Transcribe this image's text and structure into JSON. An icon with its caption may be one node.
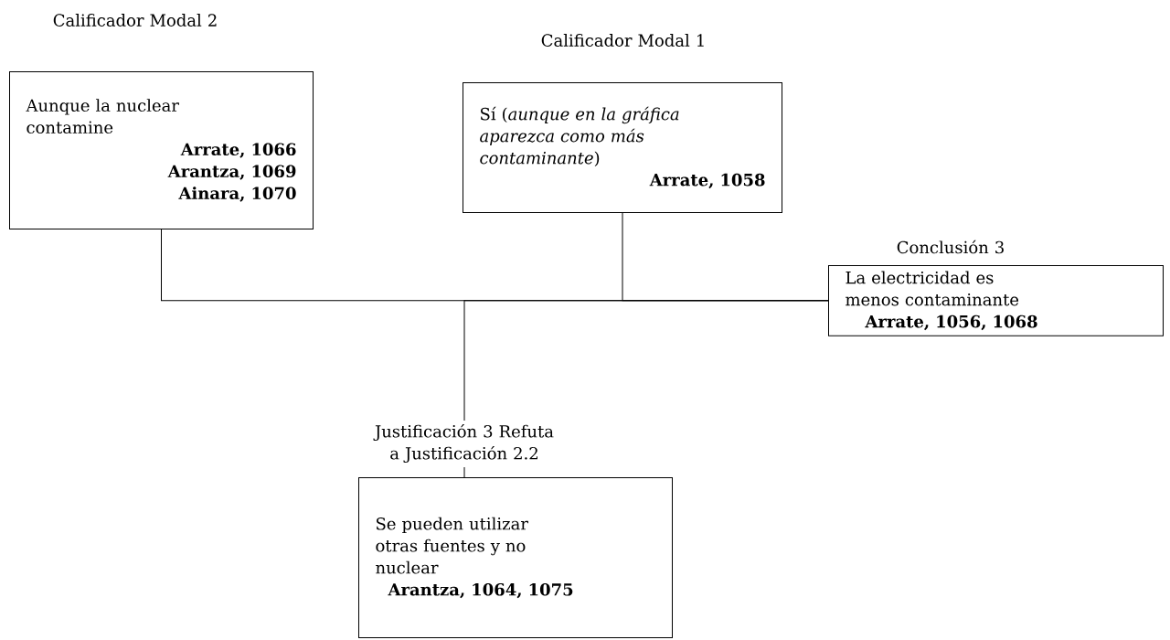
{
  "diagram": {
    "nodes": [
      {
        "text": [
          "Calificador Modal 2",
          "Aunque la nuclear contamine",
          "Arrate, 1066",
          "Arantza, 1069",
          "Ainara, 1070"
        ]
      },
      {
        "text": [
          "Calificador Modal 1",
          "Sí (*aunque en la gráfica aparezca como más contaminante*)",
          "Arrate, 1058"
        ]
      },
      {
        "text": [
          "Conclusión 3",
          "La electricidad es menos contaminante",
          "Arrate, 1056, 1068"
        ]
      },
      {
        "text": [
          "Justificación 3 Refuta a Justificación 2.2",
          "Se pueden utilizar otras fuentes y no nuclear",
          "Arantza, 1064, 1075"
        ]
      }
    ],
    "edges": [
      {
        "from": 0,
        "to": 2,
        "arrow": "none"
      },
      {
        "from": 1,
        "to": 2,
        "arrow": "none"
      },
      {
        "from": 3,
        "to": 2,
        "arrow": "none"
      }
    ]
  }
}
